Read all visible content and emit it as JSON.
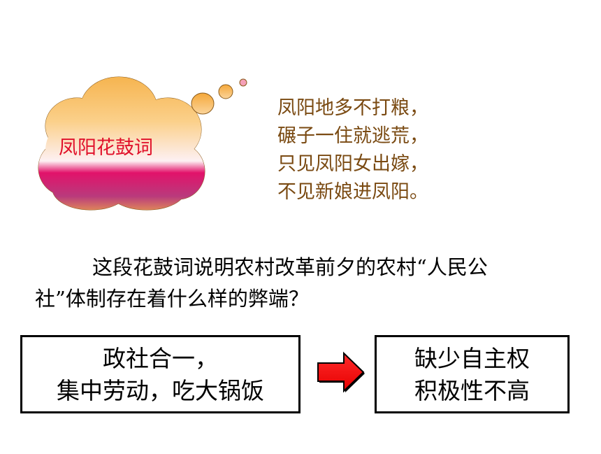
{
  "cloud": {
    "label": "凤阳花鼓词"
  },
  "poem": {
    "lines": [
      "凤阳地多不打粮，",
      "碾子一住就逃荒，",
      "只见凤阳女出嫁，",
      "不见新娘进凤阳。"
    ]
  },
  "question": {
    "line1": "这段花鼓词说明农村改革前夕的农村“人民公",
    "line2": "社”体制存在着什么样的弊端？"
  },
  "left_box": {
    "line1": "政社合一，",
    "line2": "集中劳动，吃大锅饭"
  },
  "right_box": {
    "line1": "缺少自主权",
    "line2": "积极性不高"
  },
  "colors": {
    "cloud_top": "#f5b24e",
    "cloud_mid": "#fce6ef",
    "cloud_bottom": "#b4246a",
    "cloud_label": "#e0102a",
    "poem_text": "#7a4a12",
    "arrow_fill": "#ff0000"
  }
}
